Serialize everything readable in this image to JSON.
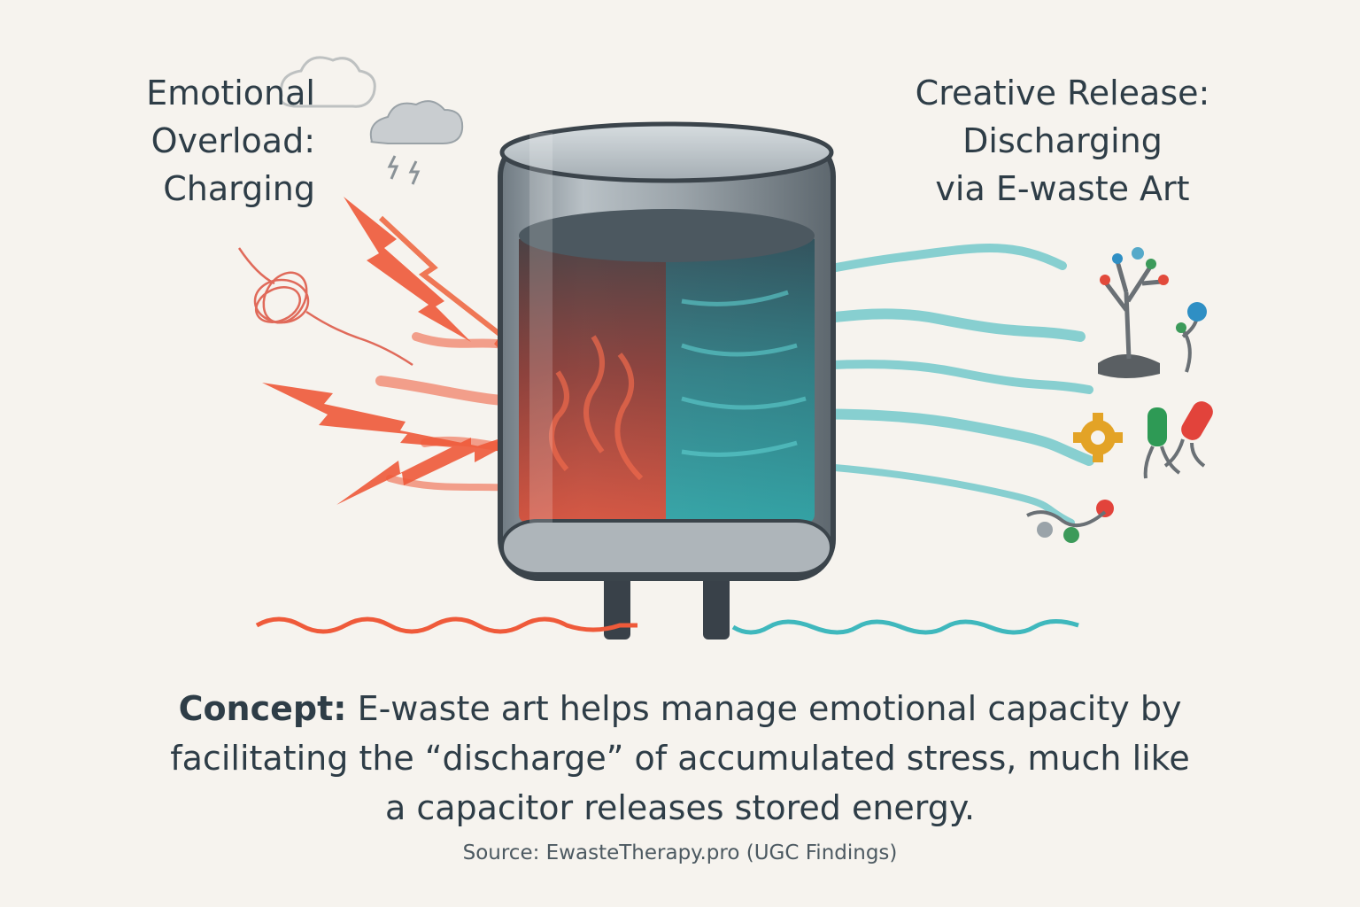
{
  "labels": {
    "left_lines": [
      "Emotional",
      "Overload:",
      "Charging"
    ],
    "right_lines": [
      "Creative Release:",
      "Discharging",
      "via E-waste Art"
    ]
  },
  "concept": {
    "prefix": "Concept:",
    "line1_rest": " E-waste art helps manage emotional capacity by",
    "line2": "facilitating the “discharge” of accumulated stress, much like",
    "line3": "a capacitor releases stored energy."
  },
  "source": "Source: EwasteTherapy.pro (UGC Findings)",
  "colors": {
    "background": "#f6f3ee",
    "stress_red": "#ef5a3a",
    "calm_teal": "#3fb8bd",
    "capacitor_gray": "#8e979d",
    "text": "#2e3d47"
  },
  "icons": [
    "cloud-icon",
    "storm-cloud-icon",
    "scribble-icon",
    "lightning-bolt-icon",
    "wire-tree-sculpture-icon",
    "gear-icon",
    "led-component-icon"
  ]
}
